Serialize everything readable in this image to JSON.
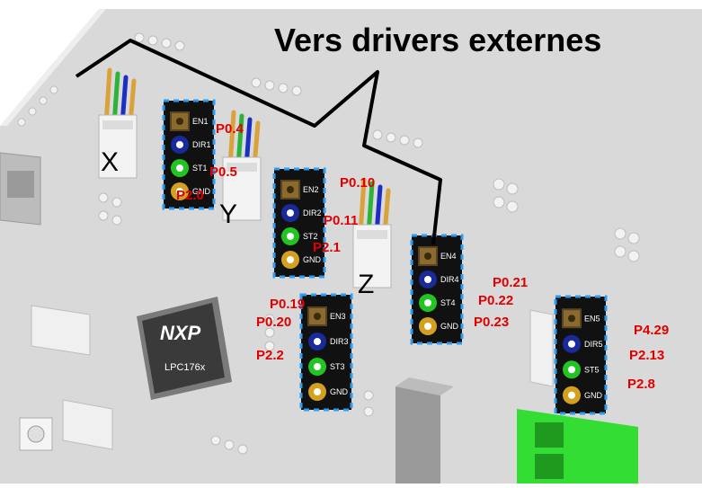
{
  "title": "Vers drivers externes",
  "chip_label": "LPC176x",
  "chip_logo": "NXP",
  "axes": [
    {
      "label": "X",
      "header": {
        "en": "EN1",
        "dir": "DIR1",
        "st": "ST1",
        "gnd": "GND"
      },
      "pins": {
        "en": "P0.4",
        "dir": "P0.5",
        "st": "P2.0"
      }
    },
    {
      "label": "Y",
      "header": {
        "en": "EN2",
        "dir": "DIR2",
        "st": "ST2",
        "gnd": "GND"
      },
      "pins": {
        "en": "P0.10",
        "dir": "P0.11",
        "st": "P2.1"
      }
    },
    {
      "label": "Z",
      "header": {
        "en": "EN3",
        "dir": "DIR3",
        "st": "ST3",
        "gnd": "GND"
      },
      "pins": {
        "en": "P0.19",
        "dir": "P0.20",
        "st": "P2.2"
      }
    },
    {
      "label": "",
      "header": {
        "en": "EN4",
        "dir": "DIR4",
        "st": "ST4",
        "gnd": "GND"
      },
      "pins": {
        "en": "P0.21",
        "dir": "P0.22",
        "st": "P0.23"
      }
    },
    {
      "label": "",
      "header": {
        "en": "EN5",
        "dir": "DIR5",
        "st": "ST5",
        "gnd": "GND"
      },
      "pins": {
        "en": "P4.29",
        "dir": "P2.13",
        "st": "P2.8"
      }
    }
  ],
  "colors": {
    "board": "#d9d9d9",
    "header_bg": "#111111",
    "header_dash": "#2a9df4",
    "pad_en": "#8b6a2e",
    "pad_dir": "#1a2a9a",
    "pad_st": "#22c422",
    "pad_gnd": "#d4a020",
    "pin_label": "#e00000",
    "terminal": "#33dd33",
    "wire_orange": "#d9a23a",
    "wire_green": "#2bb33a",
    "wire_blue": "#1c2fc4"
  }
}
